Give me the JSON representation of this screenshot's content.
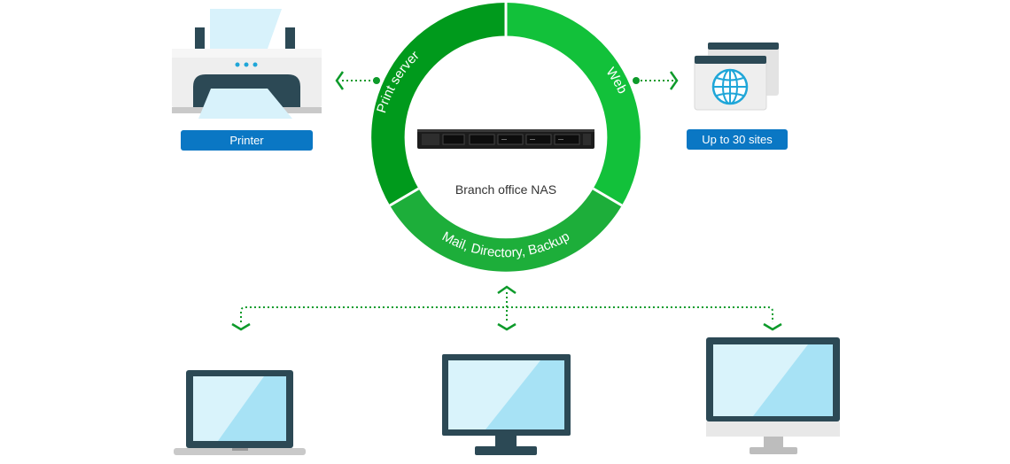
{
  "center": {
    "label": "Branch office NAS"
  },
  "ring_segments": [
    {
      "label": "Print server",
      "color": "#009a1c"
    },
    {
      "label": "Web",
      "color": "#12c13a"
    },
    {
      "label": "Mail, Directory, Backup",
      "color": "#1dae3a"
    }
  ],
  "left_node": {
    "label": "Printer"
  },
  "right_node": {
    "label": "Up to 30 sites"
  },
  "colors": {
    "pill": "#0a77c4",
    "dotted_link": "#0d9a2a",
    "device_frame": "#2c4955",
    "screen": "#a7e2f5",
    "text": "#333333"
  }
}
